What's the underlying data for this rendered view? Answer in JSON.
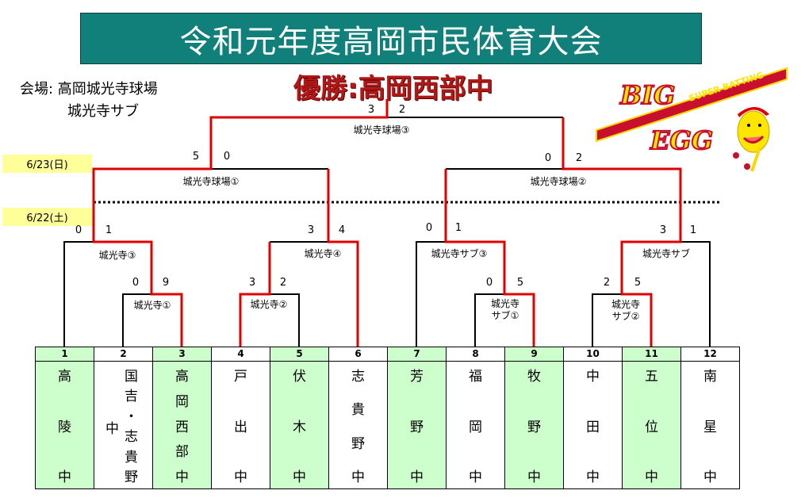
{
  "title": "令和元年度高岡市民体育大会",
  "champion": "優勝:高岡西部中",
  "venue": {
    "line1": "会場: 高岡城光寺球場",
    "line2": "城光寺サブ"
  },
  "dates": {
    "day2": "6/23(日)",
    "day1": "6/22(土)"
  },
  "logo": {
    "text1": "BIG",
    "text2": "SUPER BATTING",
    "text3": "EGG"
  },
  "colors": {
    "title_bg": "#12807a",
    "winner_line": "#e00000",
    "advanced_bg": "#ccffcc",
    "date_bg": "#ffff99"
  },
  "games": {
    "final": {
      "venue": "城光寺球場③",
      "score_left": "3",
      "score_right": "2"
    },
    "semi1": {
      "venue": "城光寺球場①",
      "score_left": "5",
      "score_right": "0"
    },
    "semi2": {
      "venue": "城光寺球場②",
      "score_left": "0",
      "score_right": "2"
    },
    "r2a": {
      "venue": "城光寺③",
      "score_left": "0",
      "score_right": "1"
    },
    "r2b": {
      "venue": "城光寺④",
      "score_left": "3",
      "score_right": "4"
    },
    "r2c": {
      "venue": "城光寺サブ③",
      "score_left": "0",
      "score_right": "1"
    },
    "r2d": {
      "venue": "城光寺サブ",
      "score_left": "3",
      "score_right": "1"
    },
    "r1a": {
      "venue": "城光寺①",
      "score_left": "0",
      "score_right": "9"
    },
    "r1b": {
      "venue": "城光寺②",
      "score_left": "3",
      "score_right": "2"
    },
    "r1c": {
      "venue_l1": "城光寺",
      "venue_l2": "サブ①",
      "score_left": "0",
      "score_right": "5"
    },
    "r1d": {
      "venue_l1": "城光寺",
      "venue_l2": "サブ②",
      "score_left": "2",
      "score_right": "5"
    }
  },
  "teams": [
    {
      "num": "1",
      "chars": [
        "高",
        "陵",
        "中"
      ],
      "advanced": true
    },
    {
      "num": "2",
      "chars": [
        "国",
        "吉",
        "・",
        "志",
        "貴",
        "野"
      ],
      "suffix": "中",
      "advanced": false
    },
    {
      "num": "3",
      "chars": [
        "高",
        "岡",
        "西",
        "部",
        "中"
      ],
      "advanced": true
    },
    {
      "num": "4",
      "chars": [
        "戸",
        "出",
        "中"
      ],
      "advanced": false
    },
    {
      "num": "5",
      "chars": [
        "伏",
        "木",
        "中"
      ],
      "advanced": true
    },
    {
      "num": "6",
      "chars": [
        "志",
        "貴",
        "野",
        "中"
      ],
      "advanced": false
    },
    {
      "num": "7",
      "chars": [
        "芳",
        "野",
        "中"
      ],
      "advanced": true
    },
    {
      "num": "8",
      "chars": [
        "福",
        "岡",
        "中"
      ],
      "advanced": false
    },
    {
      "num": "9",
      "chars": [
        "牧",
        "野",
        "中"
      ],
      "advanced": true
    },
    {
      "num": "10",
      "chars": [
        "中",
        "田",
        "中"
      ],
      "advanced": false
    },
    {
      "num": "11",
      "chars": [
        "五",
        "位",
        "中"
      ],
      "advanced": true
    },
    {
      "num": "12",
      "chars": [
        "南",
        "星",
        "中"
      ],
      "advanced": false
    }
  ]
}
